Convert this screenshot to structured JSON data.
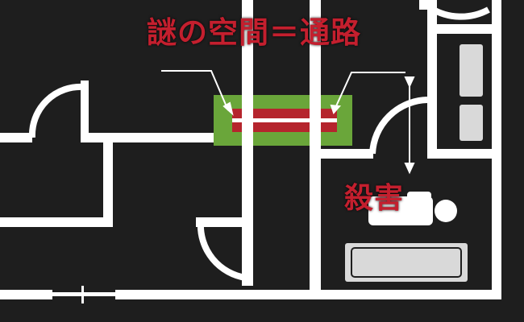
{
  "labels": {
    "passage": "謎の空間＝通路",
    "murder": "殺害"
  },
  "colors": {
    "background": "#1e1e1e",
    "wall": "#ffffff",
    "secret_space": "#6aa63a",
    "passage_bar": "#b5252d",
    "label_text": "#c41f2e",
    "fixture": "#d9d9d9"
  },
  "icons": {
    "door": "door-swing-arc",
    "arrow": "arrow-down",
    "victim": "body-outline",
    "fixture": "bathtub"
  }
}
